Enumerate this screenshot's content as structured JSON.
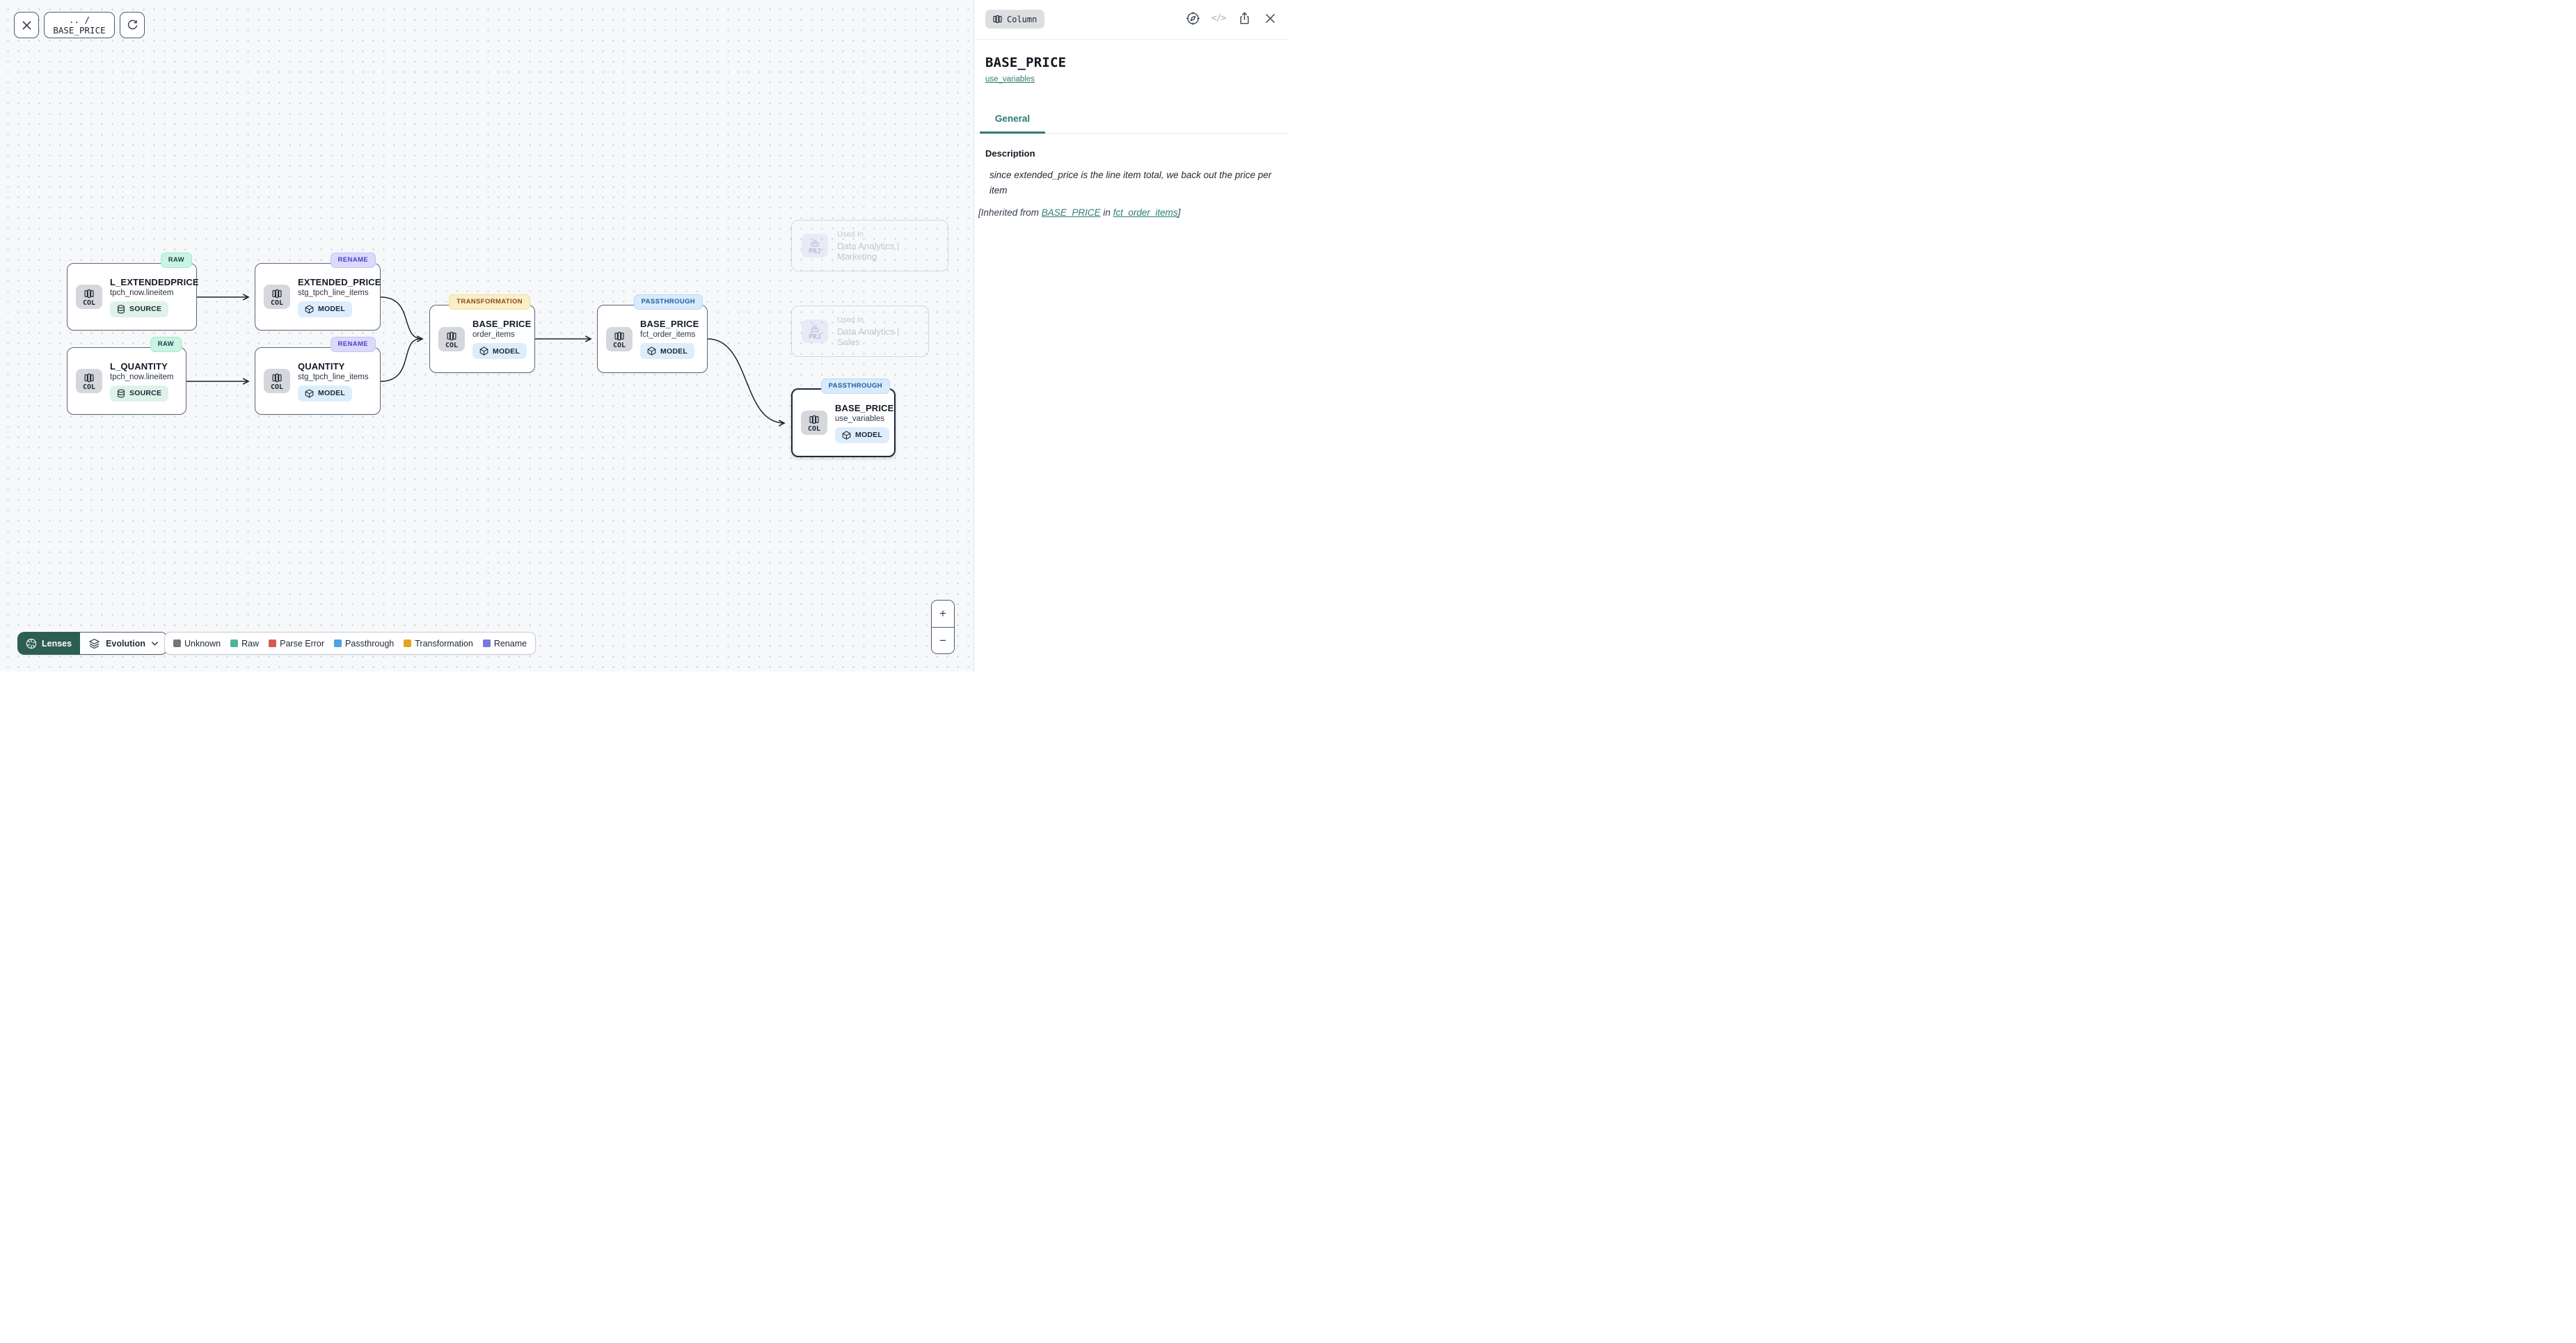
{
  "toolbar": {
    "breadcrumb": ".. / BASE_PRICE"
  },
  "panel": {
    "type_badge": "Column",
    "code_icon_glyph": "</>",
    "title": "BASE_PRICE",
    "model_link": "use_variables",
    "tab_general": "General",
    "description_heading": "Description",
    "description_text": "since extended_price is the line item total, we back out the price per item",
    "inherited": {
      "prefix": "[Inherited from ",
      "link_column": "BASE_PRICE",
      "middle": " in ",
      "link_model": "fct_order_items",
      "suffix": "]"
    }
  },
  "nodes": {
    "l_extendedprice": {
      "badge": "RAW",
      "title": "L_EXTENDEDPRICE",
      "subtitle": "tpch_now.lineitem",
      "pill": "SOURCE",
      "chip": "COL"
    },
    "l_quantity": {
      "badge": "RAW",
      "title": "L_QUANTITY",
      "subtitle": "tpch_now.lineitem",
      "pill": "SOURCE",
      "chip": "COL"
    },
    "extended_price": {
      "badge": "RENAME",
      "title": "EXTENDED_PRICE",
      "subtitle": "stg_tpch_line_items",
      "pill": "MODEL",
      "chip": "COL"
    },
    "quantity": {
      "badge": "RENAME",
      "title": "QUANTITY",
      "subtitle": "stg_tpch_line_items",
      "pill": "MODEL",
      "chip": "COL"
    },
    "base_price_order_items": {
      "badge": "TRANSFORMATION",
      "title": "BASE_PRICE",
      "subtitle": "order_items",
      "pill": "MODEL",
      "chip": "COL"
    },
    "base_price_fct_order_items": {
      "badge": "PASSTHROUGH",
      "title": "BASE_PRICE",
      "subtitle": "fct_order_items",
      "pill": "MODEL",
      "chip": "COL"
    },
    "base_price_use_variables": {
      "badge": "PASSTHROUGH",
      "title": "BASE_PRICE",
      "subtitle": "use_variables",
      "pill": "MODEL",
      "chip": "COL",
      "selected": true
    },
    "used_in_marketing": {
      "label": "Used In",
      "name": "Data Analytics | Marketing",
      "chip": "PRJ"
    },
    "used_in_sales": {
      "label": "Used In",
      "name": "Data Analytics | Sales",
      "chip": "PRJ"
    }
  },
  "controls": {
    "lenses_label": "Lenses",
    "lens_selected": "Evolution",
    "zoom_in": "+",
    "zoom_out": "−"
  },
  "legend": {
    "items": [
      {
        "label": "Unknown",
        "color": "#757575"
      },
      {
        "label": "Raw",
        "color": "#4fb39c"
      },
      {
        "label": "Parse Error",
        "color": "#d95a4e"
      },
      {
        "label": "Passthrough",
        "color": "#4da2e4"
      },
      {
        "label": "Transformation",
        "color": "#e2a51c"
      },
      {
        "label": "Rename",
        "color": "#7678e0"
      }
    ]
  },
  "colors": {
    "accent_teal": "#2e7a74",
    "lenses_button": "#2d5e52",
    "selected_border": "#1c2836",
    "edge": "#1a222e"
  }
}
